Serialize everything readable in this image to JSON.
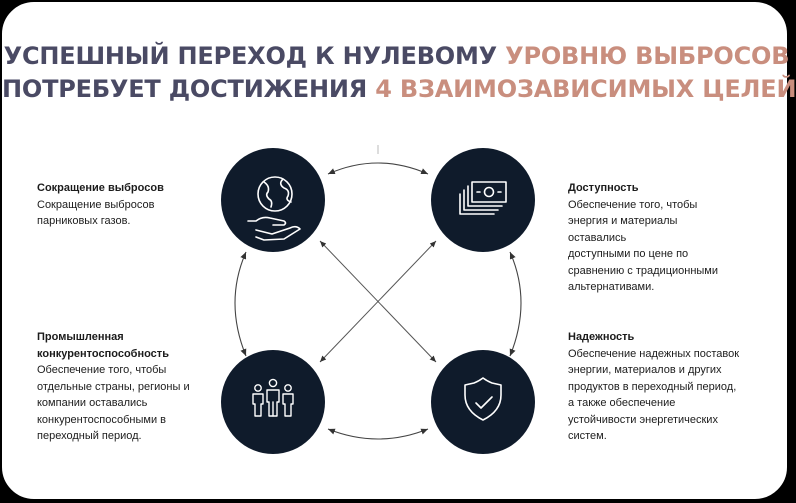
{
  "title": {
    "line1_dark": "УСПЕШНЫЙ ПЕРЕХОД К НУЛЕВОМУ ",
    "line1_accent": "УРОВНЮ ВЫБРОСОВ",
    "line2_dark": "ПОТРЕБУЕТ ДОСТИЖЕНИЯ ",
    "line2_accent": "4 ВЗАИМОЗАВИСИМЫХ ЦЕЛЕЙ"
  },
  "colors": {
    "title_dark": "#4a4a64",
    "title_accent": "#c98e7e",
    "node_fill": "#0f1b2b",
    "connector": "#444444"
  },
  "goals": [
    {
      "id": "emissions",
      "icon": "globe-in-hand-icon",
      "heading": "Сокращение выбросов",
      "lines": [
        "Сокращение выбросов",
        "парниковых газов."
      ]
    },
    {
      "id": "affordability",
      "icon": "banknotes-icon",
      "heading": "Доступность",
      "lines": [
        "Обеспечение того, чтобы",
        "энергия и материалы оставались",
        "доступными по цене по",
        "сравнению с традиционными",
        "альтернативами."
      ]
    },
    {
      "id": "competitiveness",
      "icon": "people-group-icon",
      "heading_lines": [
        "Промышленная",
        "конкурентоспособность"
      ],
      "lines": [
        "Обеспечение того, чтобы",
        "отдельные страны, регионы и",
        "компании оставались",
        "конкурентоспособными в",
        "переходный период."
      ]
    },
    {
      "id": "reliability",
      "icon": "shield-check-icon",
      "heading": "Надежность",
      "lines": [
        "Обеспечение надежных поставок",
        "энергии, материалов и других",
        "продуктов в переходный период,",
        "а также обеспечение",
        "устойчивости энергетических",
        "систем."
      ]
    }
  ]
}
